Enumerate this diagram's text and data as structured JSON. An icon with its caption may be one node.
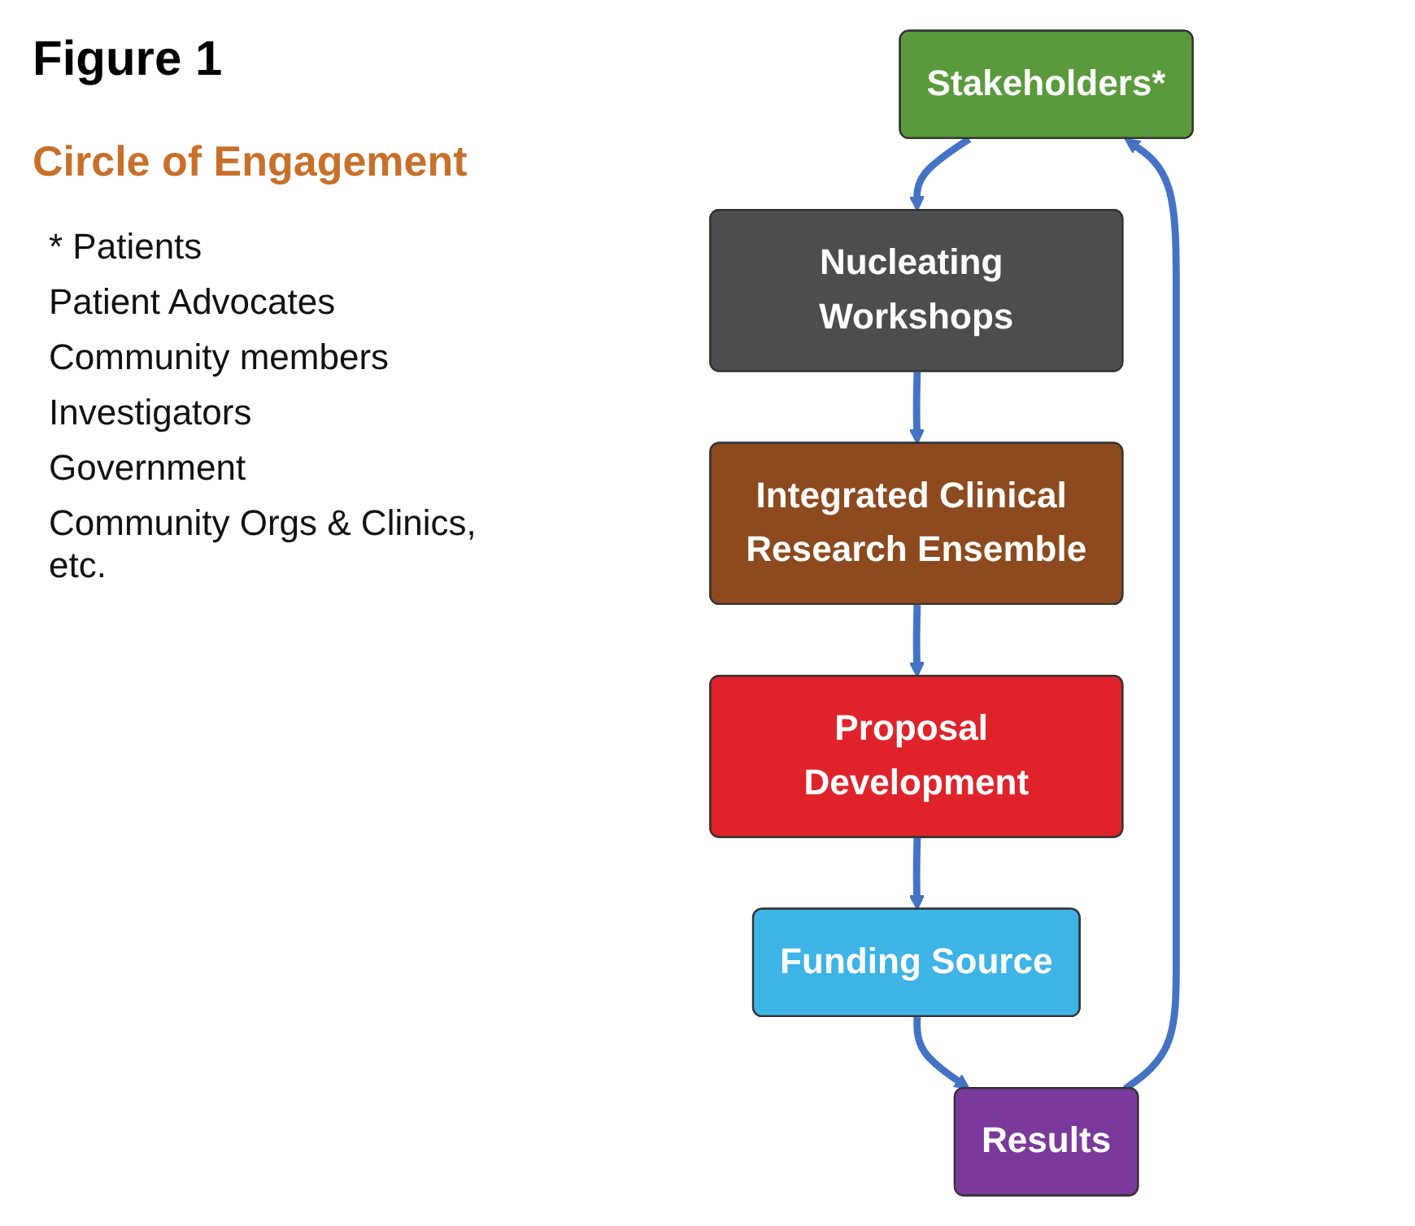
{
  "diagram": {
    "title": "Figure 1",
    "nodes": [
      {
        "text": [
          "Stakeholders*"
        ]
      },
      {
        "text": [
          "Nucleating Workshops"
        ]
      },
      {
        "text": [
          "Integrated Clinical Research Ensemble"
        ]
      },
      {
        "text": [
          "Proposal Development"
        ]
      },
      {
        "text": [
          "Funding Source"
        ]
      },
      {
        "text": [
          "Results"
        ]
      }
    ],
    "edges": [
      {
        "from": 0,
        "to": 1,
        "arrow": "to"
      },
      {
        "from": 1,
        "to": 2,
        "arrow": "to"
      },
      {
        "from": 2,
        "to": 3,
        "arrow": "to"
      },
      {
        "from": 3,
        "to": 4,
        "arrow": "to"
      },
      {
        "from": 4,
        "to": 5,
        "arrow": "to"
      },
      {
        "from": 5,
        "to": 0,
        "arrow": "to"
      }
    ],
    "labels": [
      "Circle of Engagement",
      "* Patients",
      "Patient Advocates",
      "Community members",
      "Investigators",
      "Government",
      "Community Orgs & Clinics, etc."
    ]
  }
}
